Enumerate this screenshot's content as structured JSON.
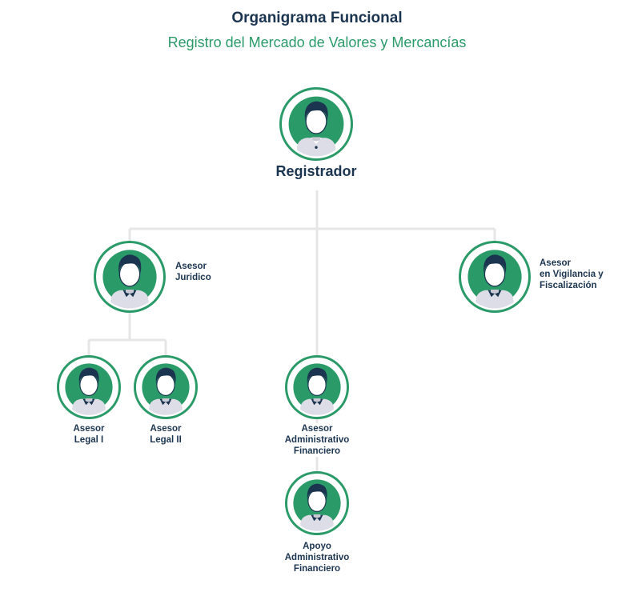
{
  "title": "Organigrama Funcional",
  "subtitle": "Registro del Mercado de Valores y Mercancías",
  "colors": {
    "accent": "#2a9a68",
    "dark": "#1b3550",
    "connector": "#e6e6e6"
  },
  "nodes": {
    "registrador": {
      "lines": [
        "Registrador"
      ]
    },
    "juridico": {
      "lines": [
        "Asesor",
        "Juridico"
      ]
    },
    "vigilancia": {
      "lines": [
        "Asesor",
        "en Vigilancia y",
        "Fiscalización"
      ]
    },
    "legal1": {
      "lines": [
        "Asesor",
        "Legal I"
      ]
    },
    "legal2": {
      "lines": [
        "Asesor",
        "Legal II"
      ]
    },
    "administrativo": {
      "lines": [
        "Asesor",
        "Administrativo",
        "Financiero"
      ]
    },
    "apoyo": {
      "lines": [
        "Apoyo",
        "Administrativo",
        "Financiero"
      ]
    }
  }
}
